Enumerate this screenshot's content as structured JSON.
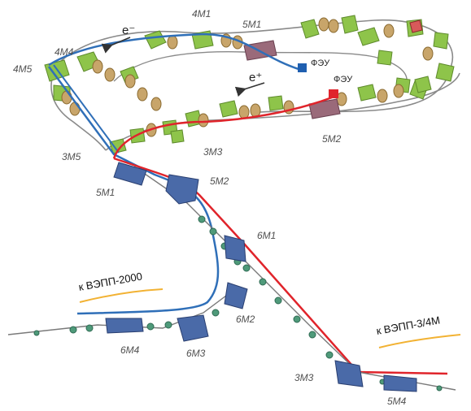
{
  "colors": {
    "electron_line": "#2f6fb8",
    "positron_line": "#e0242b",
    "quadrupole": "#8ec44a",
    "sextupole": "#c8a56a",
    "dipole_channel": "#4a6aa8",
    "rf_cavity": "#9a6a7a",
    "beamline_gray": "#7a7a7a",
    "underline": "#f2b233",
    "fez_e": "#1f5fb0",
    "fez_p": "#e0242b"
  },
  "ring_labels": {
    "m4_1": "4M1",
    "m4_4": "4M4",
    "m4_5": "4M5",
    "m5_1_top": "5M1",
    "m5_2_ring": "5M2",
    "m3_3": "3M3",
    "m3_5": "3M5"
  },
  "channel_labels": {
    "m5_1": "5M1",
    "m5_2": "5M2",
    "m6_1": "6M1",
    "m6_2": "6M2",
    "m6_3": "6M3",
    "m6_4": "6M4",
    "m3_3_ch": "3M3",
    "m5_4": "5M4"
  },
  "particles": {
    "electron": "e⁻",
    "positron": "e⁺"
  },
  "detectors": {
    "fez_electron": "ФЭУ",
    "fez_positron": "ФЭУ"
  },
  "destinations": {
    "vepp2000": "к ВЭПП-2000",
    "vepp34": "к ВЭПП-3/4М"
  }
}
